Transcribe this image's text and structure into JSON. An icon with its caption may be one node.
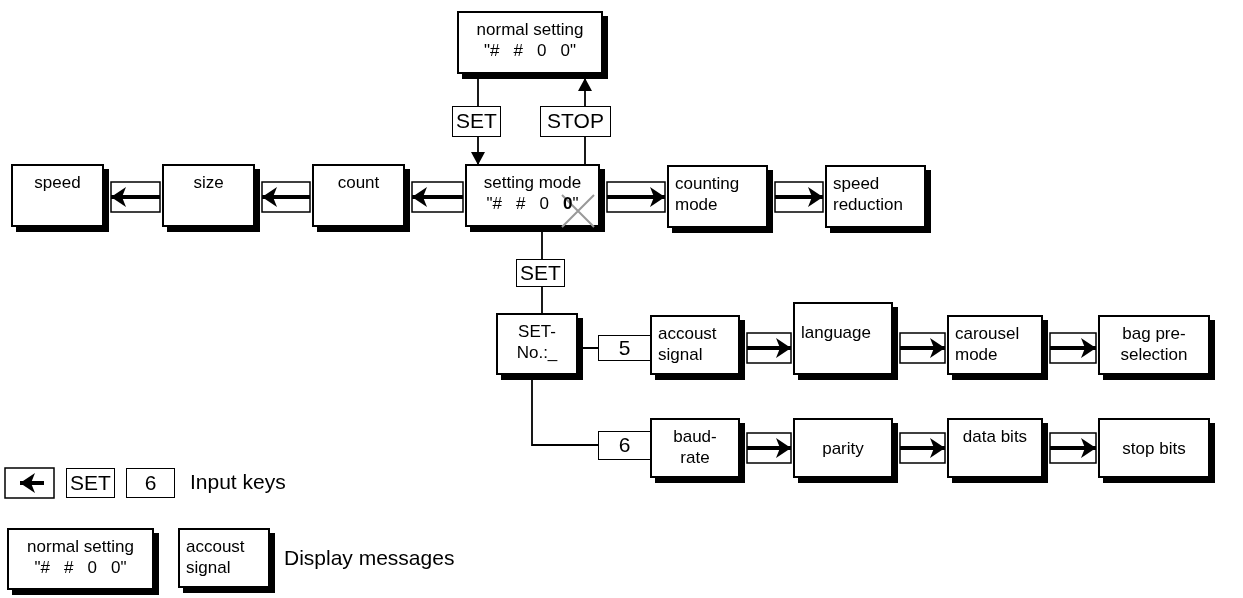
{
  "diagram": {
    "nodes": [
      {
        "text": [
          "normal setting",
          "\"# # 0 0\""
        ]
      },
      {
        "text": [
          "speed"
        ]
      },
      {
        "text": [
          "size"
        ]
      },
      {
        "text": [
          "count"
        ]
      },
      {
        "text": [
          "setting mode",
          "\"# # 0 **0**\""
        ]
      },
      {
        "text": [
          "counting mode"
        ]
      },
      {
        "text": [
          "speed reduction"
        ]
      },
      {
        "text": [
          "SET- No.:_"
        ]
      },
      {
        "text": [
          "accoust signal"
        ]
      },
      {
        "text": [
          "language"
        ]
      },
      {
        "text": [
          "carousel mode"
        ]
      },
      {
        "text": [
          "bag pre- selection"
        ]
      },
      {
        "text": [
          "baud- rate"
        ]
      },
      {
        "text": [
          "parity"
        ]
      },
      {
        "text": [
          "data bits"
        ]
      },
      {
        "text": [
          "stop bits"
        ]
      },
      {
        "text": [
          "normal setting",
          "\"# # 0 0\""
        ]
      },
      {
        "text": [
          "accoust signal"
        ]
      }
    ],
    "edges": [
      {
        "from": 0,
        "to": 4,
        "arrow": "to",
        "label": "SET"
      },
      {
        "from": 4,
        "to": 0,
        "arrow": "to",
        "label": "STOP"
      },
      {
        "from": 4,
        "to": 3,
        "arrow": "to"
      },
      {
        "from": 3,
        "to": 2,
        "arrow": "to"
      },
      {
        "from": 2,
        "to": 1,
        "arrow": "to"
      },
      {
        "from": 4,
        "to": 5,
        "arrow": "to"
      },
      {
        "from": 5,
        "to": 6,
        "arrow": "to"
      },
      {
        "from": 4,
        "to": 7,
        "arrow": "none",
        "label": "SET"
      },
      {
        "from": 7,
        "to": 8,
        "arrow": "none",
        "label": "5"
      },
      {
        "from": 8,
        "to": 9,
        "arrow": "to"
      },
      {
        "from": 9,
        "to": 10,
        "arrow": "to"
      },
      {
        "from": 10,
        "to": 11,
        "arrow": "to"
      },
      {
        "from": 7,
        "to": 12,
        "arrow": "none",
        "label": "6"
      },
      {
        "from": 12,
        "to": 13,
        "arrow": "to"
      },
      {
        "from": 13,
        "to": 14,
        "arrow": "to"
      },
      {
        "from": 14,
        "to": 15,
        "arrow": "to"
      }
    ],
    "labels": [
      "SET",
      "6"
    ],
    "legend": [
      {
        "text": "Input keys"
      },
      {
        "text": "Display messages"
      }
    ]
  }
}
